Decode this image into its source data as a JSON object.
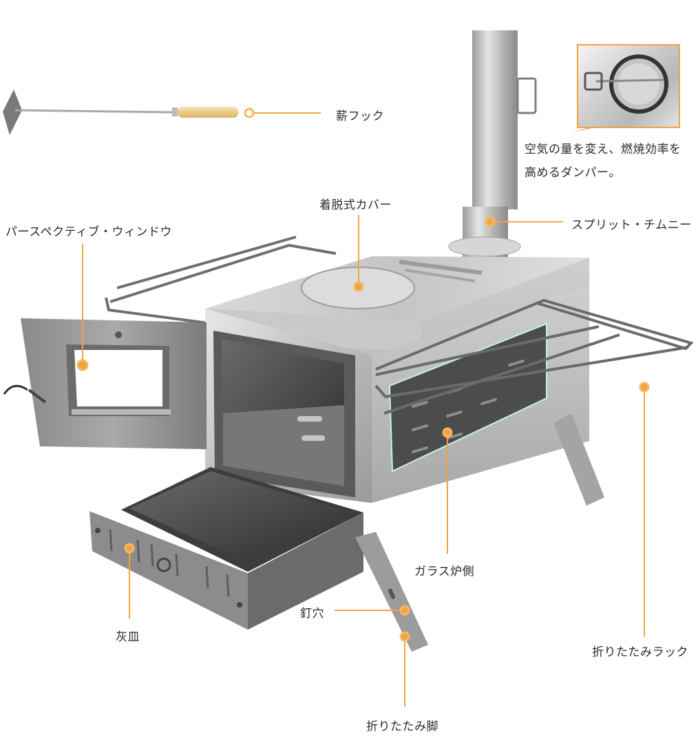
{
  "diagram": {
    "subject": "Portable wood-burning tent stove with part callouts",
    "accent_color": "#f0a441",
    "text_color": "#2a2a2a",
    "callouts": [
      {
        "id": "poker",
        "label": "薪フック"
      },
      {
        "id": "damper",
        "label_line1": "空気の量を変え、燃焼効率を",
        "label_line2": "高めるダンパー。"
      },
      {
        "id": "cover",
        "label": "着脱式カバー"
      },
      {
        "id": "window",
        "label": "パースペクティブ・ウィンドウ"
      },
      {
        "id": "chimney",
        "label": "スプリット・チムニー"
      },
      {
        "id": "glass_side",
        "label": "ガラス炉側"
      },
      {
        "id": "nail_hole",
        "label": "釘穴"
      },
      {
        "id": "ash_tray",
        "label": "灰皿"
      },
      {
        "id": "folding_rack",
        "label": "折りたたみラック"
      },
      {
        "id": "folding_leg",
        "label": "折りたたみ脚"
      }
    ]
  }
}
